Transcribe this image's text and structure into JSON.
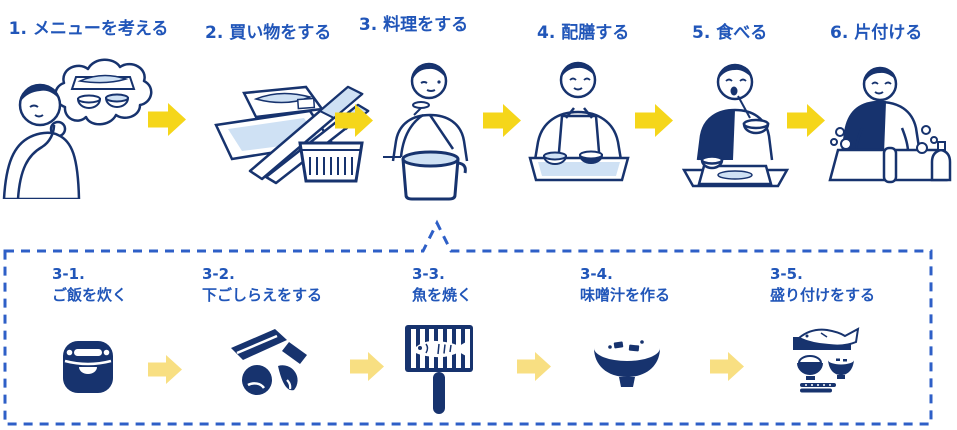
{
  "diagram_title": "cooking-process-flow",
  "colors": {
    "label_blue": "#2156b9",
    "illustration_navy": "#17336e",
    "light_blue_fill": "#cfe1f4",
    "arrow_yellow": "#f5d61a",
    "sub_arrow_pale_yellow": "#f8df82",
    "dashed_border_blue": "#2e5fc7",
    "background": "#ffffff"
  },
  "main_steps": [
    {
      "label": "1. メニューを考える",
      "boxed": true,
      "illustration": "thinking-person"
    },
    {
      "label": "2. 買い物をする",
      "boxed": false,
      "illustration": "groceries"
    },
    {
      "label": "3. 料理をする",
      "boxed": true,
      "illustration": "cooking-person"
    },
    {
      "label": "4. 配膳する",
      "boxed": false,
      "illustration": "serving-person"
    },
    {
      "label": "5. 食べる",
      "boxed": false,
      "illustration": "eating-person"
    },
    {
      "label": "6. 片付ける",
      "boxed": false,
      "illustration": "washing-person"
    }
  ],
  "sub_steps": [
    {
      "number": "3-1.",
      "label": "ご飯を炊く",
      "icon": "rice-cooker"
    },
    {
      "number": "3-2.",
      "label": "下ごしらえをする",
      "icon": "knife-and-vegetables"
    },
    {
      "number": "3-3.",
      "label": "魚を焼く",
      "icon": "fish-grill"
    },
    {
      "number": "3-4.",
      "label": "味噌汁を作る",
      "icon": "miso-soup-bowl"
    },
    {
      "number": "3-5.",
      "label": "盛り付けをする",
      "icon": "plated-meal"
    }
  ]
}
